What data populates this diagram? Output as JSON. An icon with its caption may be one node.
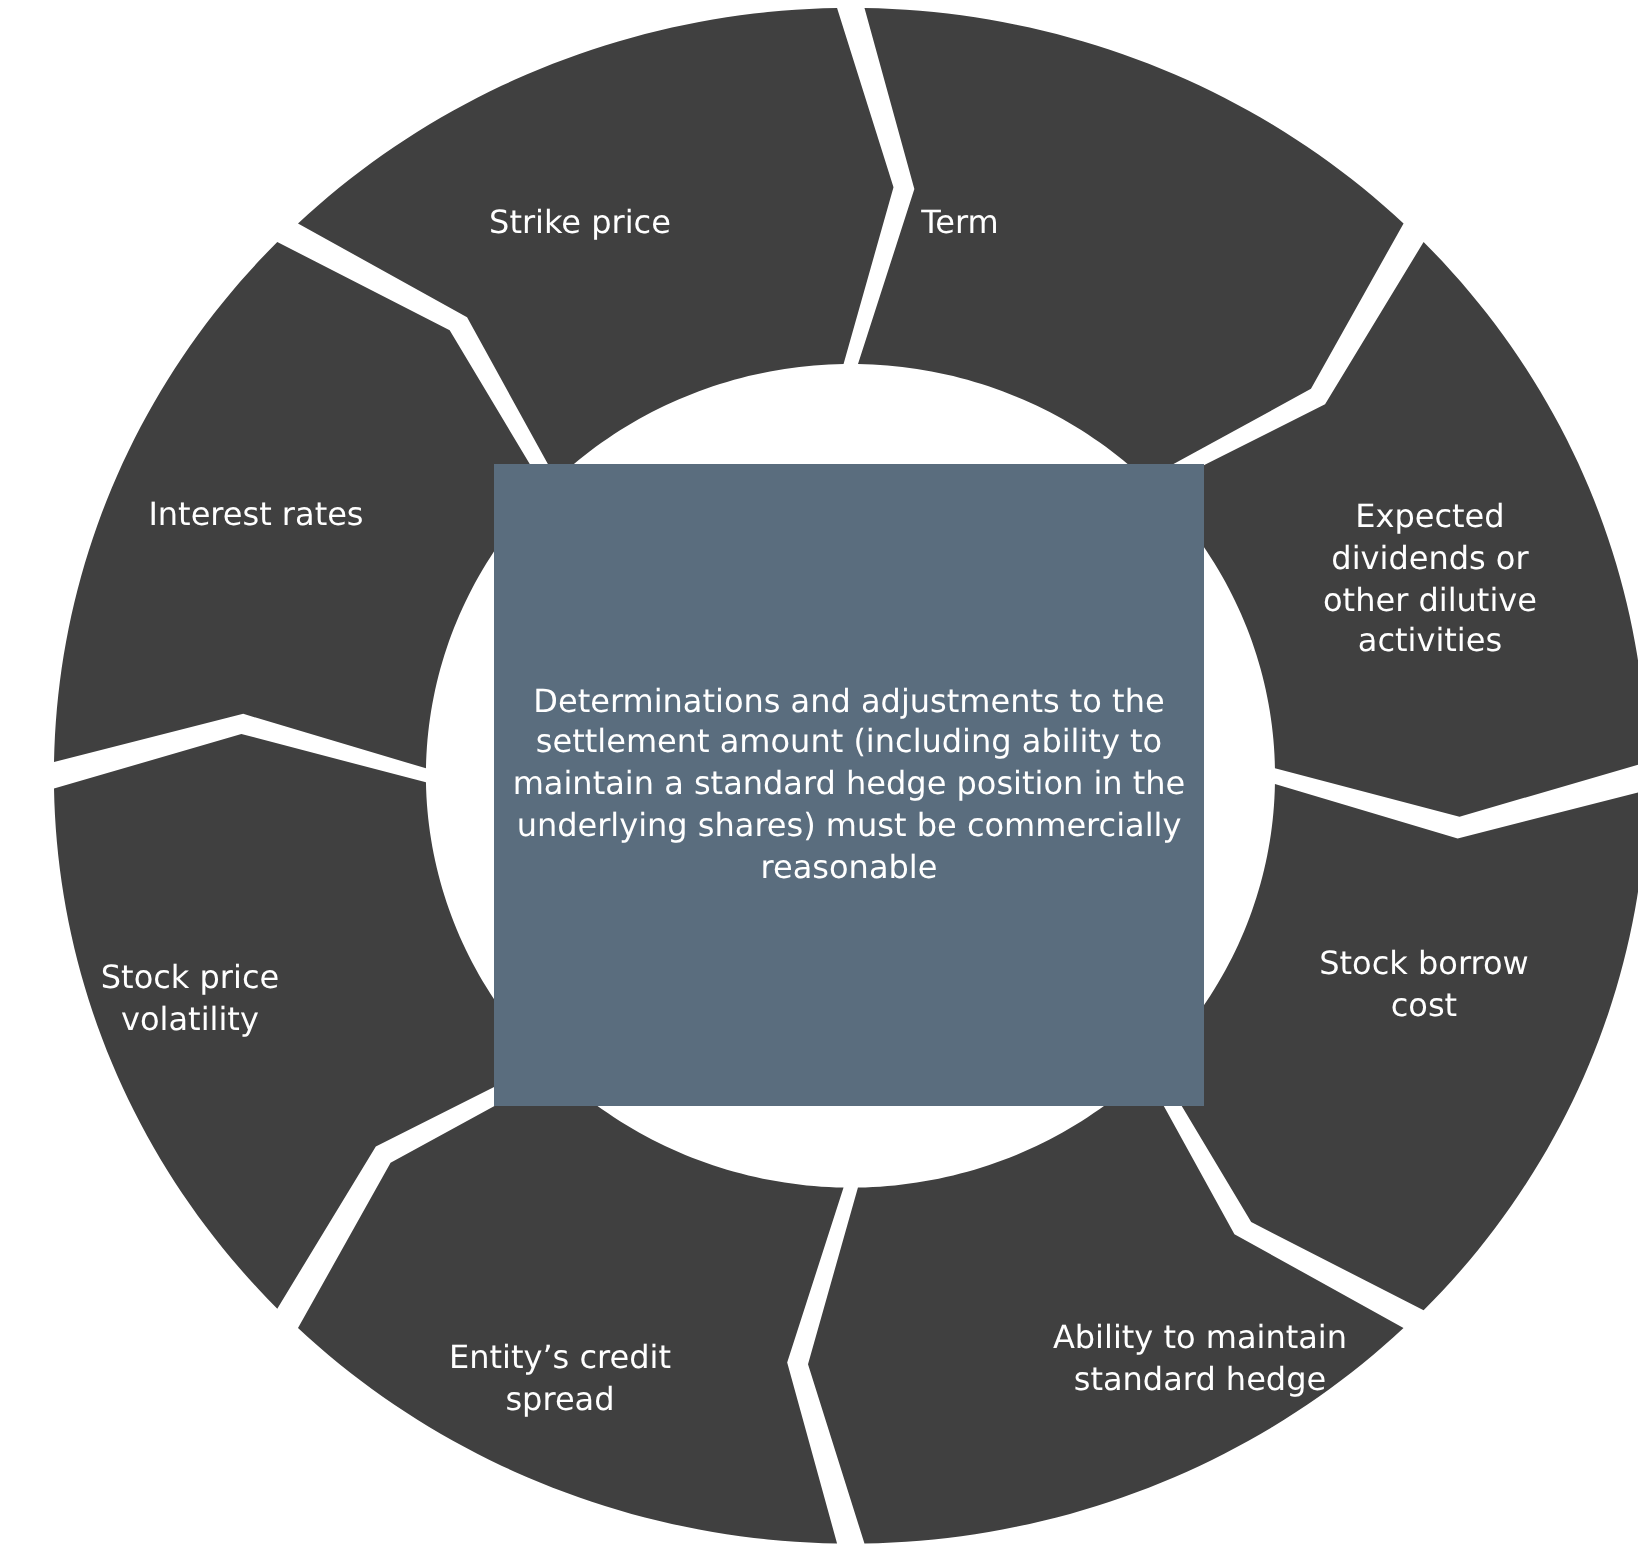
{
  "diagram": {
    "nodes": [
      {
        "text": [
          "Term"
        ]
      },
      {
        "text": [
          "Expected dividends or other dilutive activities"
        ]
      },
      {
        "text": [
          "Stock borrow cost"
        ]
      },
      {
        "text": [
          "Ability to maintain standard hedge"
        ]
      },
      {
        "text": [
          "Entity’s credit spread"
        ]
      },
      {
        "text": [
          "Stock price volatility"
        ]
      },
      {
        "text": [
          "Interest rates"
        ]
      },
      {
        "text": [
          "Strike price"
        ]
      },
      {
        "text": [
          "Determinations and adjustments to the settlement amount (including ability to maintain a standard hedge position in the underlying shares) must be commercially reasonable"
        ]
      }
    ]
  }
}
